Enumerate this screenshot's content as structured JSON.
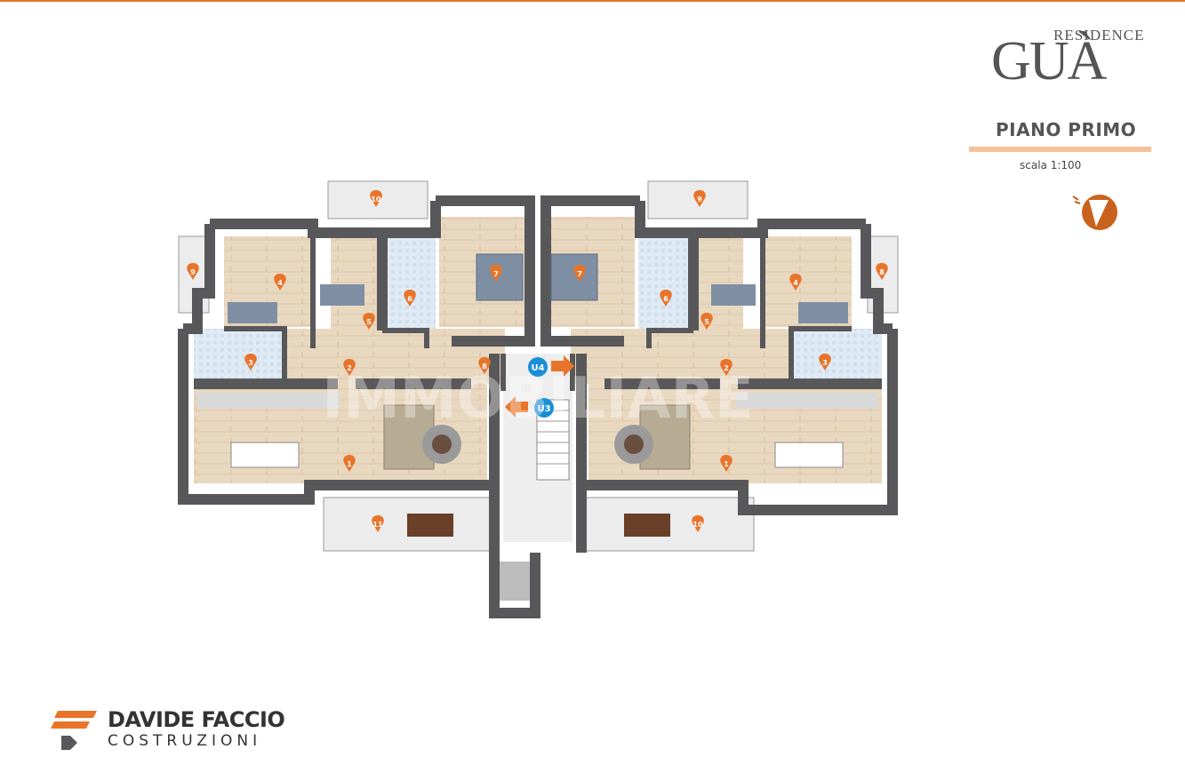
{
  "brand": {
    "residence": "RESIDENCE",
    "name": "GUÀ",
    "floor": "PIANO PRIMO",
    "scale": "scala 1:100",
    "accent_color": "#e8742a"
  },
  "plan": {
    "room_markers": {
      "left": [
        "1",
        "2",
        "3",
        "4",
        "5",
        "6",
        "7",
        "8",
        "9",
        "10",
        "11"
      ],
      "right": [
        "1",
        "2",
        "3",
        "4",
        "5",
        "6",
        "7",
        "8",
        "9",
        "10"
      ]
    },
    "units": {
      "u4": "U4",
      "u3": "U3"
    },
    "watermark": "IMMOBILIARE"
  },
  "footer": {
    "company": "DAVIDE FACCIO",
    "division": "COSTRUZIONI"
  },
  "icons": [
    "compass-icon",
    "pin-icon",
    "arrow-right-icon",
    "arrow-left-icon",
    "company-logo-icon"
  ]
}
